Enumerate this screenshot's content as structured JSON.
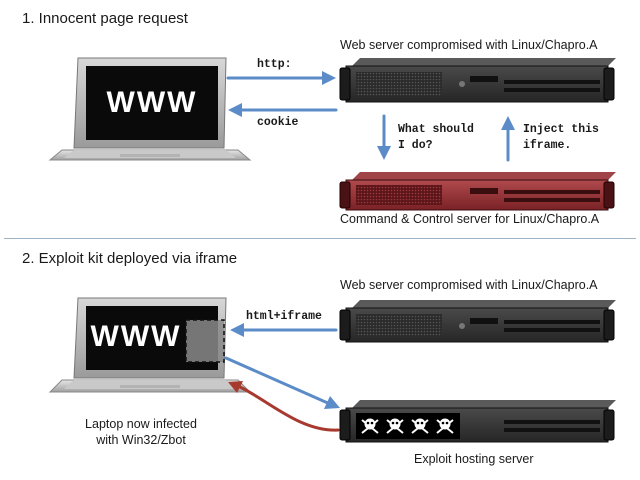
{
  "section1": {
    "title": "1. Innocent page request",
    "laptop_screen_text": "WWW",
    "web_server_caption": "Web server compromised with Linux/Chapro.A",
    "cnc_server_caption": "Command & Control server for Linux/Chapro.A",
    "arrow_http_label": "http:",
    "arrow_cookie_label": "cookie",
    "arrow_ask_label": [
      "What should",
      "I do?"
    ],
    "arrow_inject_label": [
      "Inject this",
      "iframe."
    ]
  },
  "section2": {
    "title": "2. Exploit kit deployed via iframe",
    "laptop_screen_text": "WWW",
    "web_server_caption": "Web server compromised with Linux/Chapro.A",
    "arrow_html_label": "html+iframe",
    "laptop_caption": [
      "Laptop now infected",
      "with Win32/Zbot"
    ],
    "exploit_server_caption": "Exploit hosting server",
    "skull_count": 4
  },
  "colors": {
    "arrow_blue": "#5b8cc8",
    "arrow_red": "#a8392f",
    "cnc_server_red": "#8e2d30",
    "divider": "#9fb4c8"
  }
}
